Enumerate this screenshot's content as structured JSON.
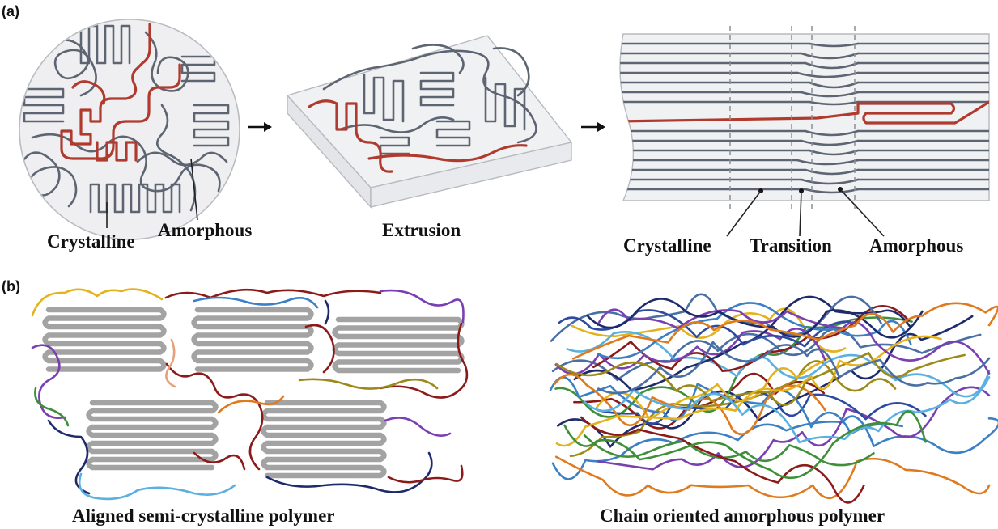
{
  "panels": {
    "a": {
      "letter": "(a)",
      "spherulite": {
        "label_crystalline": "Crystalline",
        "label_amorphous": "Amorphous"
      },
      "extrusion": {
        "label": "Extrusion"
      },
      "oriented": {
        "label_crystalline": "Crystalline",
        "label_transition": "Transition",
        "label_amorphous": "Amorphous"
      }
    },
    "b": {
      "letter": "(b)",
      "left_caption": "Aligned semi-crystalline polymer",
      "right_caption": "Chain oriented amorphous polymer"
    }
  },
  "colors": {
    "chain_gray": "#5d6572",
    "chain_red": "#b13a2e",
    "lamella_gray": "#a3a3a3",
    "sphere_fill": "#efeff1",
    "block_fill": "#f0f1f3",
    "chain_palette": [
      "#8b1a1a",
      "#3b7fc4",
      "#e3b21c",
      "#7a3fb0",
      "#1f2a6b",
      "#3f8f3a",
      "#e07a1f",
      "#4a6fa5",
      "#9b8a1a",
      "#5ab0e0",
      "#2d4aa0"
    ]
  }
}
